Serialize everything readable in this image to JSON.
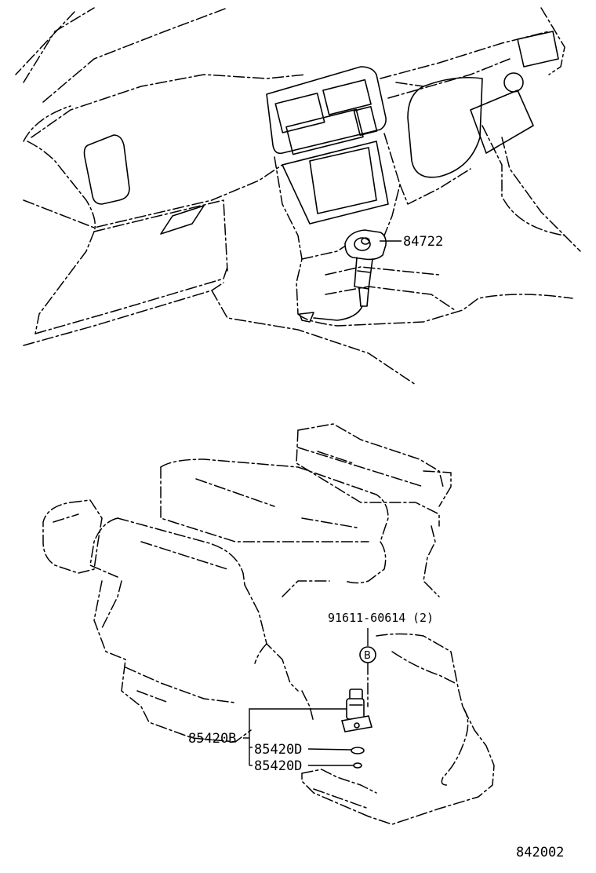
{
  "parts": {
    "ignition_part": "84722",
    "bolt_part": "91611-60614",
    "bolt_qty": "(2)",
    "ref_letter": "B",
    "assembly_part": "85420B",
    "sub_part_1": "85420D",
    "sub_part_2": "85420D"
  },
  "figure_number": "842002"
}
